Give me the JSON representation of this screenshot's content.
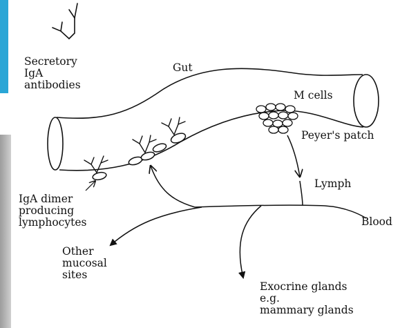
{
  "labels": {
    "secretory_iga": [
      "Secretory",
      "IgA",
      "antibodies"
    ],
    "gut": "Gut",
    "m_cells": "M cells",
    "peyers_patch": "Peyer's patch",
    "lymph": "Lymph",
    "blood": "Blood",
    "iga_dimer": [
      "IgA dimer",
      "producing",
      "lymphocytes"
    ],
    "other_mucosal": [
      "Other",
      "mucosal",
      "sites"
    ],
    "exocrine": [
      "Exocrine glands",
      "e.g.",
      "mammary glands"
    ]
  },
  "colors": {
    "ink": "#111111",
    "accent_edge": "#2aa6d6"
  }
}
